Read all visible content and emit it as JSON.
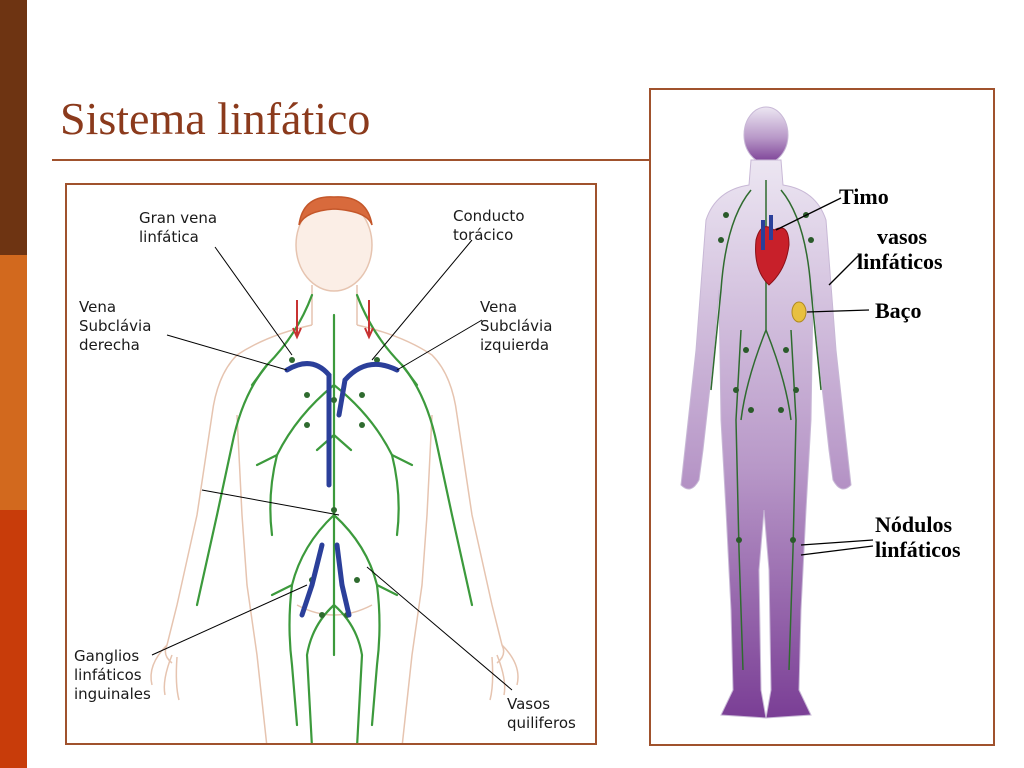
{
  "slide": {
    "title": "Sistema linfático",
    "accent_colors": [
      "#6e3412",
      "#d2691e",
      "#c83c0a"
    ],
    "title_color": "#8b3a1c"
  },
  "left_diagram": {
    "labels": {
      "gran_vena_1": "Gran vena",
      "gran_vena_2": "linfática",
      "conducto_1": "Conducto",
      "conducto_2": "torácico",
      "vena_der_1": "Vena",
      "vena_der_2": "Subclávia",
      "vena_der_3": "derecha",
      "vena_izq_1": "Vena",
      "vena_izq_2": "Subclávia",
      "vena_izq_3": "izquierda",
      "ganglios_1": "Ganglios",
      "ganglios_2": "linfáticos",
      "ganglios_3": "inguinales",
      "vasos_q_1": "Vasos",
      "vasos_q_2": "quiliferos"
    }
  },
  "right_diagram": {
    "labels": {
      "timo": "Timo",
      "vasos_1": "vasos",
      "vasos_2": "linfáticos",
      "baco": "Baço",
      "nodulos_1": "Nódulos",
      "nodulos_2": "linfáticos"
    }
  }
}
